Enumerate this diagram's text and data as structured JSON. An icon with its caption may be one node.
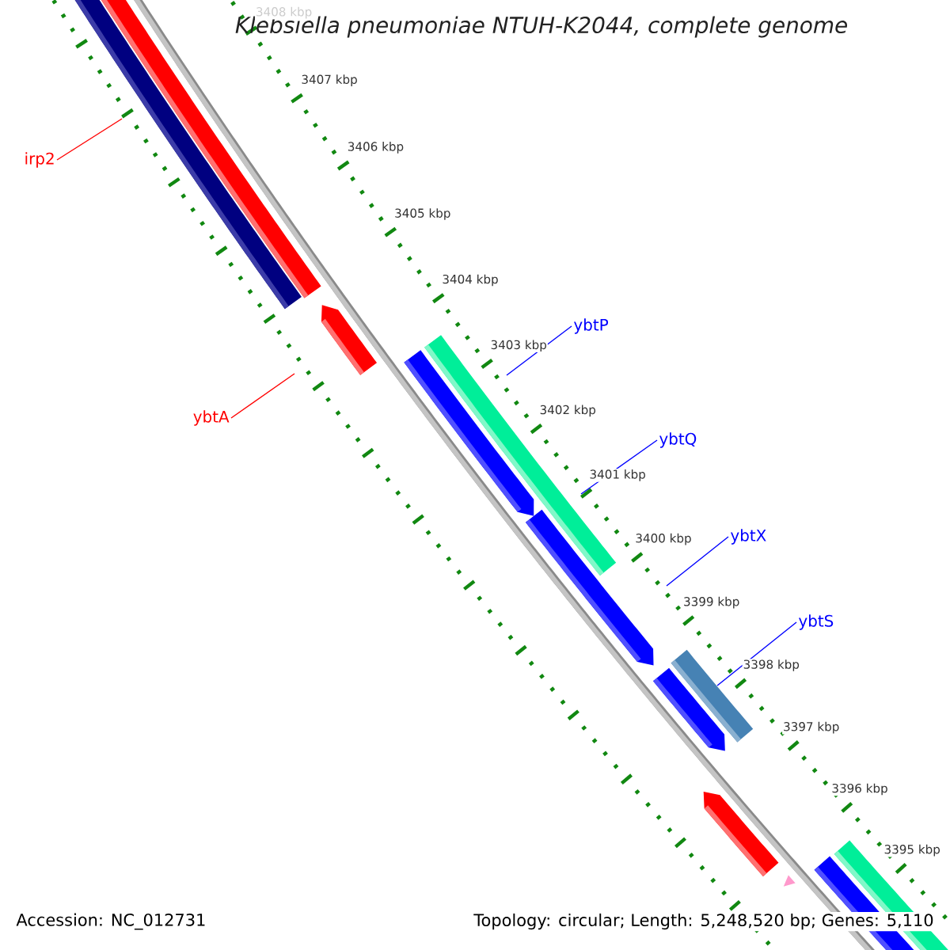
{
  "diagram": {
    "title": "Klebsiella pneumoniae NTUH-K2044, complete genome",
    "nodes": [
      {
        "text": [
          "irp2"
        ]
      },
      {
        "text": [
          "ybtA"
        ]
      },
      {
        "text": [
          "ybtP"
        ]
      },
      {
        "text": [
          "ybtQ"
        ]
      },
      {
        "text": [
          "ybtX"
        ]
      },
      {
        "text": [
          "ybtS"
        ]
      }
    ],
    "edges": [
      {
        "from": 0,
        "to": null,
        "arrow": "none",
        "color": "#ff0000"
      },
      {
        "from": 1,
        "to": null,
        "arrow": "none",
        "color": "#ff0000"
      },
      {
        "from": 2,
        "to": null,
        "arrow": "none"
      },
      {
        "from": 3,
        "to": null,
        "arrow": "none"
      },
      {
        "from": 4,
        "to": null,
        "arrow": "none"
      },
      {
        "from": 5,
        "to": null,
        "arrow": "none"
      }
    ],
    "labels": [
      "3408 kbp",
      "3407 kbp",
      "3406 kbp",
      "3405 kbp",
      "3404 kbp",
      "3403 kbp",
      "3402 kbp",
      "3401 kbp",
      "3400 kbp",
      "3399 kbp",
      "3398 kbp",
      "3397 kbp",
      "3396 kbp",
      "3395 kbp",
      "Accession: NC_012731",
      "Topology: circular; Length: 5,248,520 bp; Genes: 5,110"
    ]
  }
}
